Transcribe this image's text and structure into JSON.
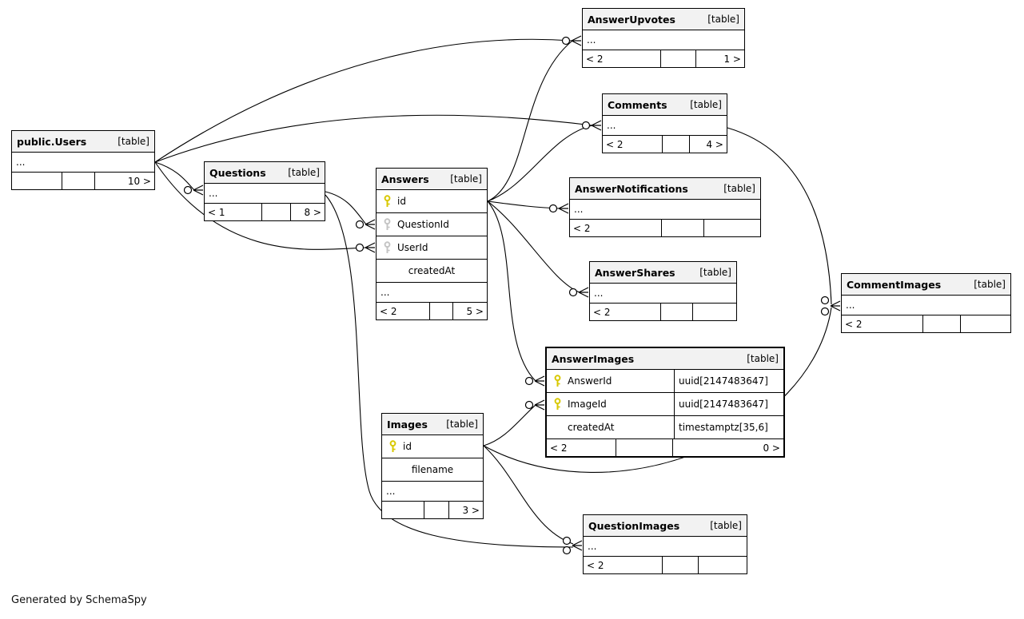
{
  "diagram": {
    "generator_note": "Generated by SchemaSpy",
    "tables": [
      {
        "id": "answerupvotes",
        "name": "AnswerUpvotes",
        "tag": "[table]",
        "rows": [
          {
            "label": "...",
            "dots": true
          }
        ],
        "footer": [
          "< 2",
          "",
          "1 >"
        ],
        "highlight": false
      },
      {
        "id": "comments",
        "name": "Comments",
        "tag": "[table]",
        "rows": [
          {
            "label": "...",
            "dots": true
          }
        ],
        "footer": [
          "< 2",
          "",
          "4 >"
        ],
        "highlight": false
      },
      {
        "id": "users",
        "name": "public.Users",
        "tag": "[table]",
        "rows": [
          {
            "label": "...",
            "dots": true
          }
        ],
        "footer": [
          "",
          "",
          "10 >"
        ],
        "highlight": false
      },
      {
        "id": "questions",
        "name": "Questions",
        "tag": "[table]",
        "rows": [
          {
            "label": "...",
            "dots": true
          }
        ],
        "footer": [
          "< 1",
          "",
          "8 >"
        ],
        "highlight": false
      },
      {
        "id": "answers",
        "name": "Answers",
        "tag": "[table]",
        "rows": [
          {
            "icon": "primary-key",
            "label": "id"
          },
          {
            "icon": "foreign-key",
            "label": "QuestionId"
          },
          {
            "icon": "foreign-key",
            "label": "UserId"
          },
          {
            "label": "createdAt",
            "center": true
          },
          {
            "label": "...",
            "dots": true
          }
        ],
        "footer": [
          "< 2",
          "",
          "5 >"
        ],
        "highlight": false
      },
      {
        "id": "answernotifications",
        "name": "AnswerNotifications",
        "tag": "[table]",
        "rows": [
          {
            "label": "...",
            "dots": true
          }
        ],
        "footer": [
          "< 2",
          "",
          ""
        ],
        "highlight": false
      },
      {
        "id": "answershares",
        "name": "AnswerShares",
        "tag": "[table]",
        "rows": [
          {
            "label": "...",
            "dots": true
          }
        ],
        "footer": [
          "< 2",
          "",
          ""
        ],
        "highlight": false
      },
      {
        "id": "answerimages",
        "name": "AnswerImages",
        "tag": "[table]",
        "rows": [
          {
            "icon": "primary-key",
            "label": "AnswerId",
            "type": "uuid[2147483647]"
          },
          {
            "icon": "primary-key",
            "label": "ImageId",
            "type": "uuid[2147483647]"
          },
          {
            "label": "createdAt",
            "type": "timestamptz[35,6]"
          }
        ],
        "footer": [
          "< 2",
          "",
          "0 >"
        ],
        "highlight": true
      },
      {
        "id": "commentimages",
        "name": "CommentImages",
        "tag": "[table]",
        "rows": [
          {
            "label": "...",
            "dots": true
          }
        ],
        "footer": [
          "< 2",
          "",
          ""
        ],
        "highlight": false
      },
      {
        "id": "images",
        "name": "Images",
        "tag": "[table]",
        "rows": [
          {
            "icon": "primary-key",
            "label": "id"
          },
          {
            "label": "filename",
            "center": true
          },
          {
            "label": "...",
            "dots": true
          }
        ],
        "footer": [
          "",
          "",
          "3 >"
        ],
        "highlight": false
      },
      {
        "id": "questionimages",
        "name": "QuestionImages",
        "tag": "[table]",
        "rows": [
          {
            "label": "...",
            "dots": true
          }
        ],
        "footer": [
          "< 2",
          "",
          ""
        ],
        "highlight": false
      }
    ],
    "relationships": [
      {
        "id": "users-answerupvotes",
        "from": "public.Users",
        "to": "AnswerUpvotes"
      },
      {
        "id": "users-comments",
        "from": "public.Users",
        "to": "Comments"
      },
      {
        "id": "users-questions",
        "from": "public.Users",
        "to": "Questions"
      },
      {
        "id": "users-answers-userid",
        "from": "public.Users",
        "to": "Answers",
        "to_column": "UserId"
      },
      {
        "id": "questions-answers-questionid",
        "from": "Questions",
        "to": "Answers",
        "to_column": "QuestionId"
      },
      {
        "id": "questions-questionimages",
        "from": "Questions",
        "to": "QuestionImages"
      },
      {
        "id": "answers-answerupvotes",
        "from": "Answers",
        "to": "AnswerUpvotes"
      },
      {
        "id": "answers-comments",
        "from": "Answers",
        "to": "Comments"
      },
      {
        "id": "answers-answernotifications",
        "from": "Answers",
        "to": "AnswerNotifications"
      },
      {
        "id": "answers-answershares",
        "from": "Answers",
        "to": "AnswerShares"
      },
      {
        "id": "answers-answerimages-answerid",
        "from": "Answers",
        "to": "AnswerImages",
        "to_column": "AnswerId"
      },
      {
        "id": "images-answerimages-imageid",
        "from": "Images",
        "to": "AnswerImages",
        "to_column": "ImageId"
      },
      {
        "id": "images-commentimages",
        "from": "Images",
        "to": "CommentImages"
      },
      {
        "id": "images-questionimages",
        "from": "Images",
        "to": "QuestionImages"
      },
      {
        "id": "comments-commentimages",
        "from": "Comments",
        "to": "CommentImages"
      }
    ],
    "icons": {
      "primary-key": {
        "name": "primary-key-icon",
        "color": "#d8c800"
      },
      "foreign-key": {
        "name": "foreign-key-icon",
        "color": "#c4c4c4"
      }
    }
  }
}
